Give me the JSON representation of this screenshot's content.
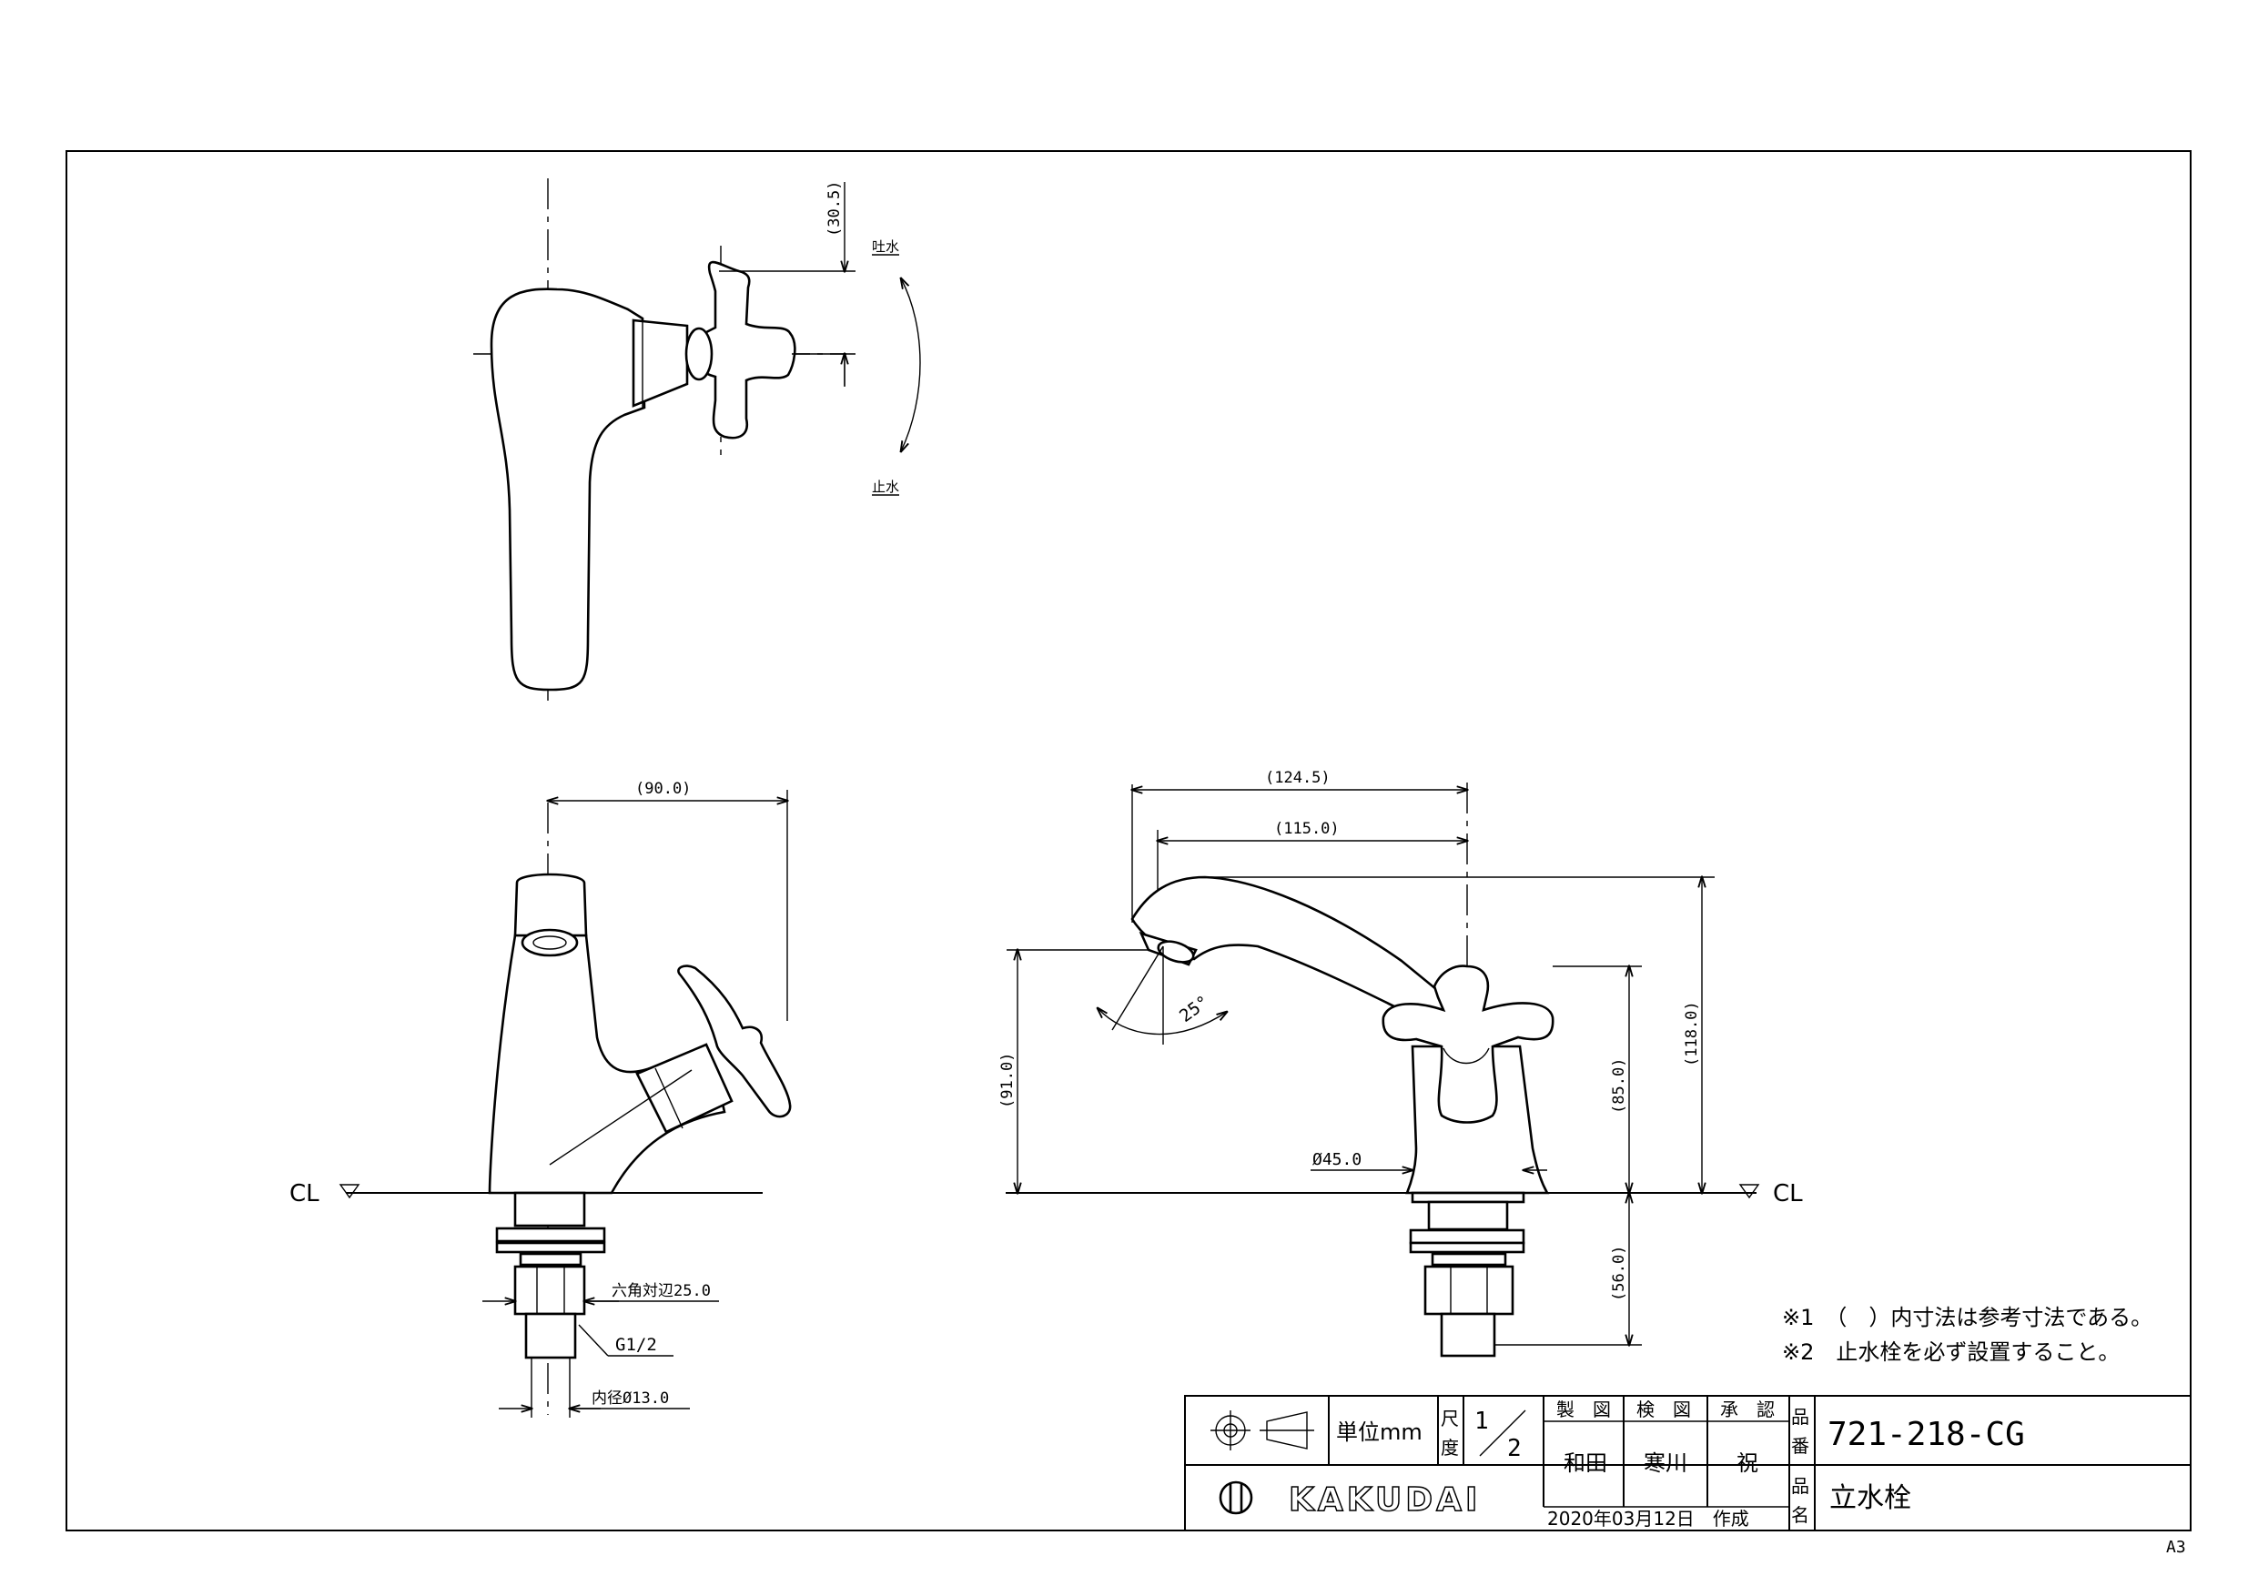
{
  "sheet_size": "A3",
  "dimensions": {
    "top_height": "(30.5)",
    "side_width": "(90.0)",
    "front_outer": "(124.5)",
    "front_spout": "(115.0)",
    "front_total_height": "(118.0)",
    "front_handle_height": "(85.0)",
    "front_outlet_height": "(91.0)",
    "front_base_dia": "Ø45.0",
    "front_shank": "(56.0)",
    "spout_angle": "25°",
    "hex_flats": "六角対辺25.0",
    "thread": "G1/2",
    "inner_dia": "内径Ø13.0"
  },
  "labels": {
    "open": "吐水",
    "close": "止水",
    "cl_left": "CL",
    "cl_right": "CL"
  },
  "notes": [
    "※1　（　）内寸法は参考寸法である。",
    "※2　止水栓を必ず設置すること。"
  ],
  "title_block": {
    "unit": "単位mm",
    "scale_label_1": "尺",
    "scale_label_2": "度",
    "scale_num": "1",
    "scale_den": "2",
    "col_drawn": "製　図",
    "col_checked": "検　図",
    "col_approved": "承　認",
    "drawn_by": "和田",
    "checked_by": "寒川",
    "approved_by": "祝",
    "part_no_label_1": "品",
    "part_no_label_2": "番",
    "part_no": "721-218-CG",
    "part_name_label_1": "品",
    "part_name_label_2": "名",
    "part_name": "立水栓",
    "date": "2020年03月12日　作成",
    "brand": "KAKUDAI"
  }
}
